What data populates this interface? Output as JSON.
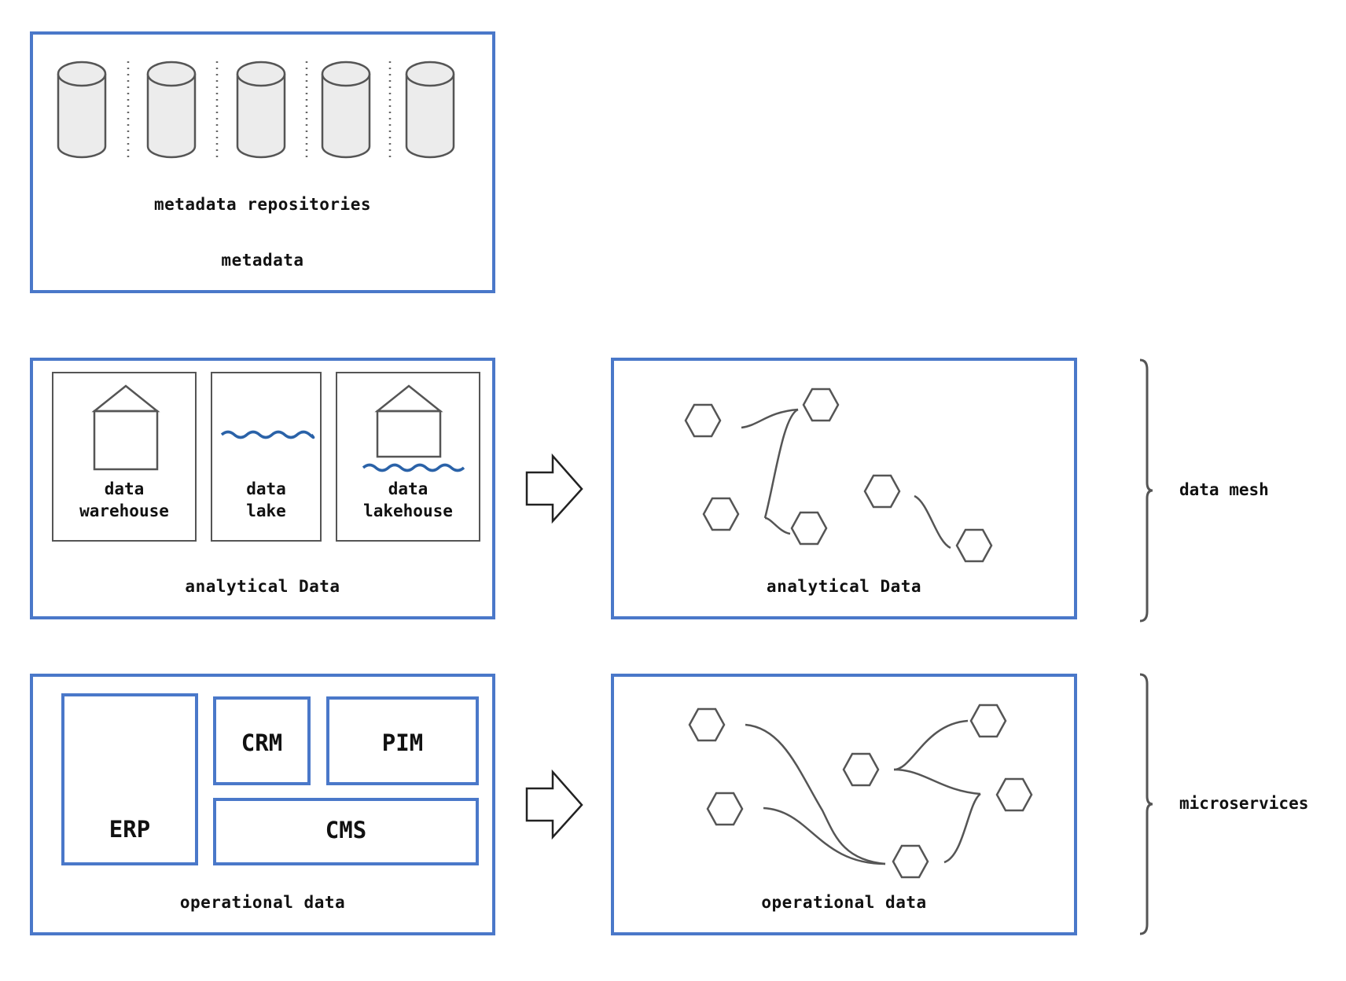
{
  "metadata": {
    "repositories_label": "metadata repositories",
    "title": "metadata",
    "repository_count": 5
  },
  "analytical": {
    "left_title": "analytical Data",
    "right_title": "analytical Data",
    "warehouse": {
      "line1": "data",
      "line2": "warehouse"
    },
    "lake": {
      "line1": "data",
      "line2": "lake"
    },
    "lakehouse": {
      "line1": "data",
      "line2": "lakehouse"
    }
  },
  "operational": {
    "left_title": "operational data",
    "right_title": "operational data",
    "systems": {
      "erp": "ERP",
      "crm": "CRM",
      "pim": "PIM",
      "cms": "CMS"
    }
  },
  "side_labels": {
    "data_mesh": "data mesh",
    "microservices": "microservices"
  },
  "colors": {
    "panel_border": "#4a78c9",
    "water": "#2a62a8",
    "line": "#555555",
    "cylinder_fill": "#ececec"
  }
}
